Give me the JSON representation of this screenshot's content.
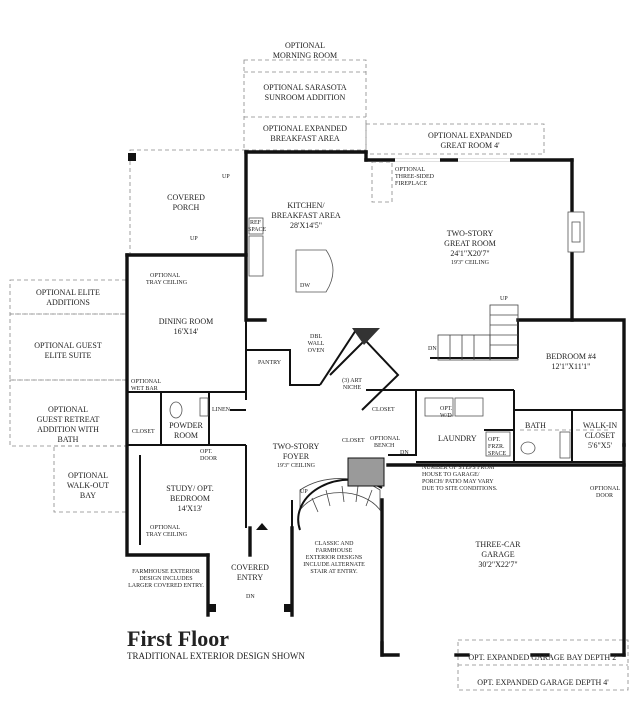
{
  "plan": {
    "title": "First Floor",
    "subtitle": "TRADITIONAL EXTERIOR DESIGN SHOWN"
  },
  "labels": {
    "morning_room": [
      "OPTIONAL",
      "MORNING ROOM"
    ],
    "sunroom": [
      "OPTIONAL SARASOTA",
      "SUNROOM ADDITION"
    ],
    "expanded_breakfast": [
      "OPTIONAL EXPANDED",
      "BREAKFAST AREA"
    ],
    "expanded_great_room": [
      "OPTIONAL EXPANDED",
      "GREAT ROOM 4'"
    ],
    "three_sided_fireplace": [
      "OPTIONAL",
      "THREE-SIDED",
      "FIREPLACE"
    ],
    "covered_porch": [
      "COVERED",
      "PORCH"
    ],
    "kitchen": [
      "KITCHEN/",
      "BREAKFAST AREA",
      "28'X14'5\""
    ],
    "ref_space": [
      "REF",
      "SPACE"
    ],
    "dw": "DW",
    "great_room": [
      "TWO-STORY",
      "GREAT ROOM",
      "24'1\"X20'7\"",
      "19'3\" CEILING"
    ],
    "elite_additions": [
      "OPTIONAL ELITE",
      "ADDITIONS"
    ],
    "guest_elite_suite": [
      "OPTIONAL GUEST",
      "ELITE SUITE"
    ],
    "guest_retreat": [
      "OPTIONAL",
      "GUEST RETREAT",
      "ADDITION WITH",
      "BATH"
    ],
    "walkout_bay": [
      "OPTIONAL",
      "WALK-OUT",
      "BAY"
    ],
    "tray_ceiling": [
      "OPTIONAL",
      "TRAY CEILING"
    ],
    "dining_room": [
      "DINING ROOM",
      "16'X14'"
    ],
    "pantry": "PANTRY",
    "dbl_wall_oven": [
      "DBL",
      "WALL",
      "OVEN"
    ],
    "art_niche": [
      "(3) ART",
      "NICHE"
    ],
    "bedroom4": [
      "BEDROOM #4",
      "12'1\"X11'1\""
    ],
    "wet_bar": [
      "OPTIONAL",
      "WET BAR"
    ],
    "linen": "LINEN",
    "closet": "CLOSET",
    "powder_room": [
      "POWDER",
      "ROOM"
    ],
    "opt_door": [
      "OPT.",
      "DOOR"
    ],
    "foyer": [
      "TWO-STORY",
      "FOYER",
      "19'3\" CEILING"
    ],
    "optional_bench": [
      "OPTIONAL",
      "BENCH"
    ],
    "opt_wd": [
      "OPT.",
      "W/D"
    ],
    "laundry": "LAUNDRY",
    "opt_frzr": [
      "OPT.",
      "FRZR.",
      "SPACE"
    ],
    "bath": "BATH",
    "walkin_closet": [
      "WALK-IN",
      "CLOSET",
      "5'6\"X5'"
    ],
    "study": [
      "STUDY/ OPT.",
      "BEDROOM",
      "14'X13'"
    ],
    "steps_note": [
      "NUMBER OF STEPS FROM",
      "HOUSE TO GARAGE/",
      "PORCH/ PATIO MAY VARY",
      "DUE TO SITE CONDITIONS."
    ],
    "optional_door": [
      "OPTIONAL",
      "DOOR"
    ],
    "alt_stair_note": [
      "CLASSIC AND",
      "FARMHOUSE",
      "EXTERIOR DESIGNS",
      "INCLUDE ALTERNATE",
      "STAIR AT ENTRY."
    ],
    "garage": [
      "THREE-CAR",
      "GARAGE",
      "30'2\"X22'7\""
    ],
    "farmhouse_note": [
      "FARMHOUSE EXTERIOR",
      "DESIGN INCLUDES",
      "LARGER COVERED ENTRY."
    ],
    "covered_entry": [
      "COVERED",
      "ENTRY"
    ],
    "garage_bay_2": "OPT. EXPANDED GARAGE BAY DEPTH 2'",
    "garage_bay_4": "OPT. EXPANDED GARAGE DEPTH 4'",
    "up": "UP",
    "dn": "DN"
  }
}
